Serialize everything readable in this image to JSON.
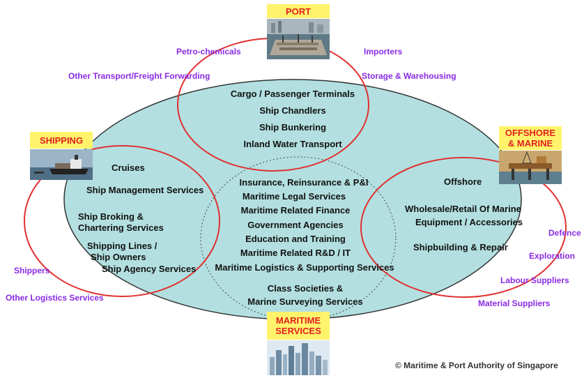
{
  "hubs": {
    "port": "PORT",
    "shipping": "SHIPPING",
    "offshore_line1": "OFFSHORE",
    "offshore_line2": "& MARINE",
    "maritime_line1": "MARITIME",
    "maritime_line2": "SERVICES"
  },
  "outer_labels": {
    "petro_chemicals": "Petro-chemicals",
    "other_transport": "Other Transport/Freight Forwarding",
    "importers": "Importers",
    "storage": "Storage & Warehousing",
    "shippers": "Shippers",
    "other_logistics": "Other Logistics Services",
    "defence": "Defence",
    "exploration": "Exploration",
    "labour_suppliers": "Labour Suppliers",
    "material_suppliers": "Material Suppliers"
  },
  "port_items": [
    "Cargo / Passenger Terminals",
    "Ship Chandlers",
    "Ship Bunkering",
    "Inland Water Transport"
  ],
  "shipping_items": {
    "cruises": "Cruises",
    "ship_management": "Ship Management Services",
    "broking_1": "Ship Broking &",
    "broking_2": "Chartering Services",
    "lines_1": "Shipping Lines /",
    "lines_2": "Ship Owners",
    "agency": "Ship Agency Services"
  },
  "offshore_items": {
    "offshore": "Offshore",
    "wholesale_1": "Wholesale/Retail Of Marine",
    "wholesale_2": "Equipment / Accessories",
    "shipbuilding": "Shipbuilding & Repair"
  },
  "services_items": [
    "Insurance, Reinsurance & P&I",
    "Maritime Legal Services",
    "Maritime Related Finance",
    "Government Agencies",
    "Education and Training",
    "Maritime Related R&D / IT",
    "Maritime Logistics & Supporting Services"
  ],
  "class_items": [
    "Class Societies &",
    "Marine  Surveying Services"
  ],
  "copyright": "© Maritime & Port Authority of Singapore",
  "colors": {
    "ellipse_fill": "#b3dfe0",
    "ring": "#e03030",
    "label_bg": "#fff36b",
    "label_text": "#e02020",
    "outer_text": "#8a2be2"
  }
}
